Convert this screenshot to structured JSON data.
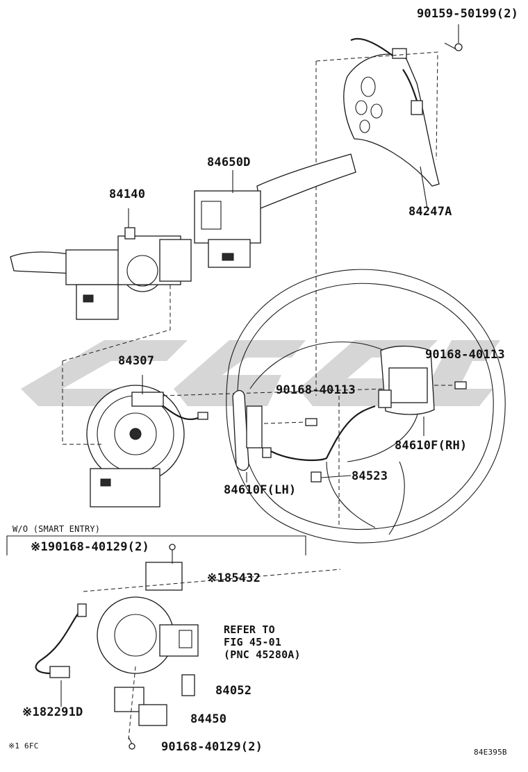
{
  "labels": {
    "bolt_top": "90159-50199(2)",
    "paddle_switch": "84247A",
    "wiper_switch": "84650D",
    "turn_switch": "84140",
    "spiral_cable": "84307",
    "screw_center": "90168-40113",
    "screw_right": "90168-40113",
    "switch_rh": "84610F(RH)",
    "switch_lh": "84610F(LH)",
    "wire_harness": "84523",
    "smart_entry_title": "W/O (SMART ENTRY)",
    "screw_ignition": "※190168-40129(2)",
    "ignition_part": "※185432",
    "refer_line1": "REFER TO",
    "refer_line2": "FIG 45-01",
    "refer_line3": "(PNC 45280A)",
    "part_84052": "84052",
    "part_84450": "84450",
    "part_82291": "※182291D",
    "screw_bottom": "90168-40129(2)",
    "footnote": "※1 6FC",
    "figure_code": "84E395B"
  }
}
